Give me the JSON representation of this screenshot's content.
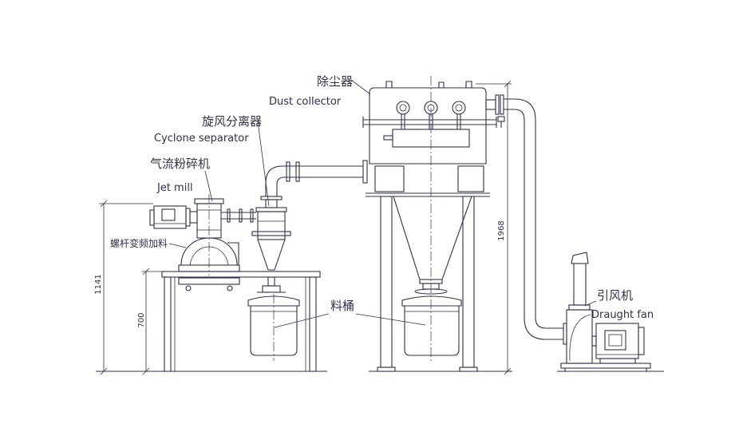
{
  "labels": {
    "dust_collector_cn": "除尘器",
    "dust_collector_en": "Dust collector",
    "cyclone_cn": "旋风分离器",
    "cyclone_en": "Cyclone separator",
    "jet_mill_cn": "气流粉碎机",
    "jet_mill_en": "Jet mill",
    "feeder_cn": "螺杆变频加料",
    "bucket_cn": "料桶",
    "fan_cn": "引风机",
    "fan_en": "Draught fan"
  },
  "dimensions": {
    "mill_height": "1141",
    "table_height": "700",
    "collector_height": "1968"
  },
  "colors": {
    "ink": "#2e3148",
    "background": "#ffffff"
  }
}
